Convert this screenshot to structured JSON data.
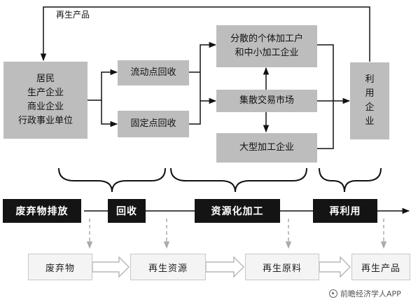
{
  "diagram": {
    "feedback_label": "再生产品",
    "boxes": {
      "sources": "居民\n生产企业\n商业企业\n行政事业单位",
      "mobile_collection": "流动点回收",
      "fixed_collection": "固定点回收",
      "small_enterprises": "分散的个体加工户\n和中小加工企业",
      "market": "集散交易市场",
      "large_enterprises": "大型加工企业",
      "utilizer": "利\n用\n企\n业"
    },
    "stages": [
      "废弃物排放",
      "回收",
      "资源化加工",
      "再利用"
    ],
    "materials": [
      "废弃物",
      "再生资源",
      "再生原料",
      "再生产品"
    ]
  },
  "watermark": {
    "text": "前瞻经济学人APP"
  }
}
